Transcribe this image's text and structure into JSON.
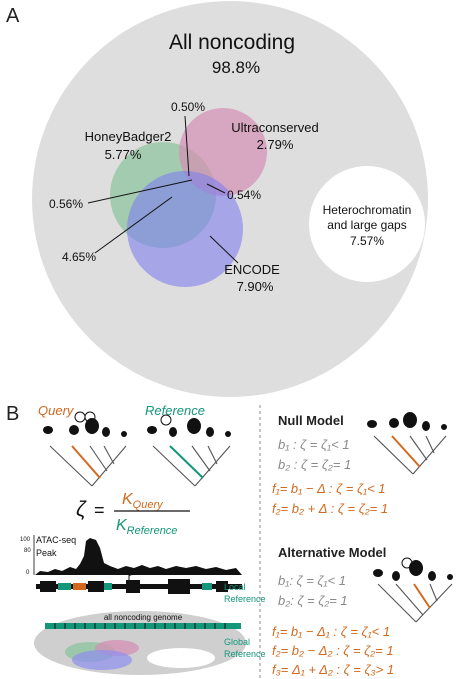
{
  "panel_a": {
    "label": "A",
    "title": "All noncoding",
    "title_pct": "98.8%",
    "hb_name": "HoneyBadger2",
    "hb_pct": "5.77%",
    "uc_name": "Ultraconserved",
    "uc_pct": "2.79%",
    "enc_name": "ENCODE",
    "enc_pct": "7.90%",
    "het_line1": "Heterochromatin",
    "het_line2": "and large gaps",
    "het_pct": "7.57%",
    "ov_hb_uc_enc": "0.50%",
    "ov_uc_enc": "0.54%",
    "ov_hb_uc": "0.56%",
    "ov_hb_enc": "4.65%",
    "colors": {
      "background": "#dedede",
      "honeybadger": "#8fc4a0",
      "ultraconserved": "#d48fb4",
      "encode": "#8f8fef",
      "heterochromatin": "#ffffff"
    }
  },
  "panel_b": {
    "label": "B",
    "query_label": "Query",
    "reference_label": "Reference",
    "zeta": "ζ",
    "eq": "=",
    "k_query": "K",
    "k_query_sub": "Query",
    "k_ref": "K",
    "k_ref_sub": "Reference",
    "atac_label": "ATAC-seq",
    "peak_label": "Peak",
    "y_tick_100": "100",
    "y_tick_80": "80",
    "y_tick_0": "0",
    "local_ref_1": "Local",
    "local_ref_2": "Reference",
    "genome_label": "all noncoding genome",
    "global_ref_1": "Global",
    "global_ref_2": "Reference",
    "null_title": "Null Model",
    "null_b1": "b₁ : ζ = ζ₁< 1",
    "null_b2": "b₂ : ζ = ζ₂= 1",
    "null_f1": "f₁= b₁ − Δ   :  ζ = ζ₁< 1",
    "null_f2": "f₂= b₂ + Δ   :  ζ = ζ₂= 1",
    "alt_title": "Alternative Model",
    "alt_b1": "b₁: ζ = ζ₁< 1",
    "alt_b2": "b₂: ζ = ζ₂= 1",
    "alt_f1": "f₁= b₁ − Δ₁  : ζ = ζ₁< 1",
    "alt_f2": "f₂= b₂ − Δ₂  : ζ = ζ₂= 1",
    "alt_f3": "f₃= Δ₁ + Δ₂ : ζ = ζ₃> 1",
    "colors": {
      "query": "#d2691e",
      "reference": "#14967a",
      "gray_text": "#8a8a8a",
      "orange_text": "#d2691e"
    }
  }
}
